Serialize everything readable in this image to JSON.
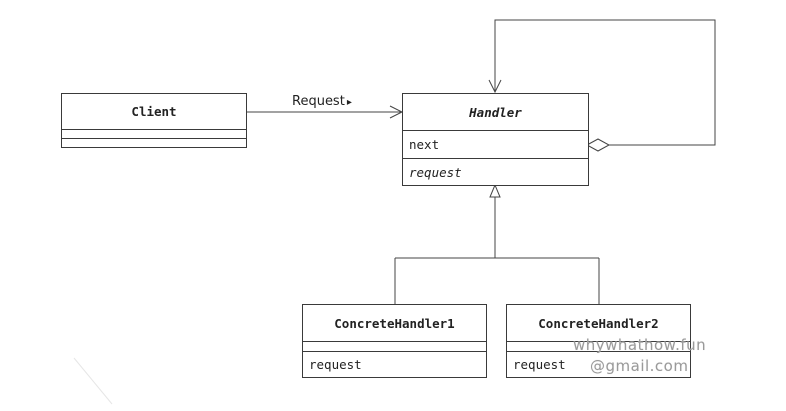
{
  "diagram": {
    "client": {
      "name": "Client"
    },
    "handler": {
      "name": "Handler",
      "attribute": "next",
      "operation": "request"
    },
    "concrete1": {
      "name": "ConcreteHandler1",
      "operation": "request"
    },
    "concrete2": {
      "name": "ConcreteHandler2",
      "operation": "request"
    },
    "message_label": "Request",
    "message_arrow": "▸"
  },
  "watermark": {
    "line1": "whywhathow.fun",
    "line2": "@gmail.com"
  }
}
